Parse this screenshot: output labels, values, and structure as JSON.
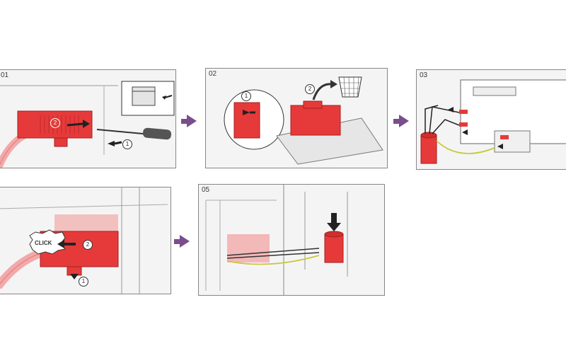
{
  "steps": [
    {
      "number": "01",
      "callouts": [
        "1",
        "2"
      ]
    },
    {
      "number": "02",
      "callouts": [
        "1",
        "2"
      ]
    },
    {
      "number": "03",
      "callouts": []
    },
    {
      "number": "",
      "callouts": [
        "1",
        "2"
      ],
      "click_label": "CLICK"
    },
    {
      "number": "05",
      "callouts": []
    }
  ],
  "colors": {
    "panel_bg": "#f5f4f5",
    "panel_border": "#8a8488",
    "part_red": "#e63a3a",
    "arrow_purple": "#7a4e8c",
    "wire_yellow": "#c9c83a",
    "cable_pink": "#f2a9a9"
  },
  "icons": [
    "arrow-right-icon",
    "dishwasher-icon",
    "screwdriver-icon",
    "trash-bin-icon",
    "capacitor-icon",
    "connector-icon"
  ]
}
